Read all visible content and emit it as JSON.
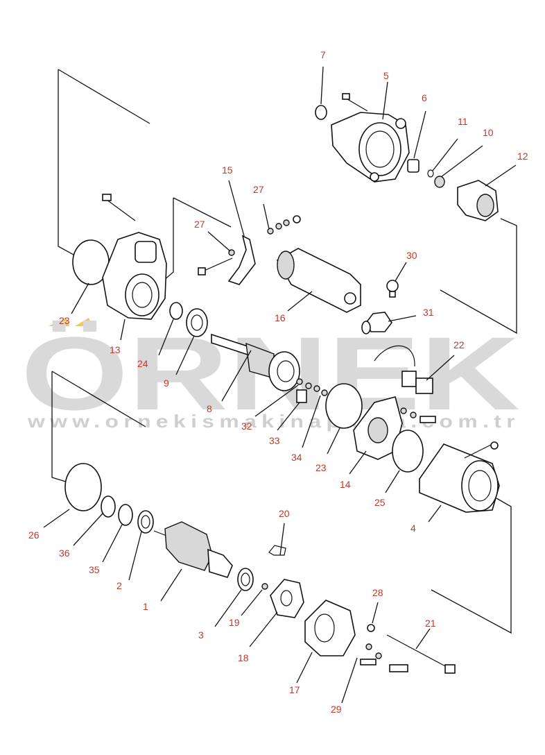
{
  "watermark": {
    "brand": "ÖRNEK",
    "url": "www.ornekismakinaparca.com.tr",
    "accent_color": "#f2c94c",
    "text_color": "#d9d9d9"
  },
  "callout_color": "#c0392b",
  "labels": {
    "p1": "1",
    "p2": "2",
    "p3": "3",
    "p4": "4",
    "p5": "5",
    "p6": "6",
    "p7": "7",
    "p8": "8",
    "p9": "9",
    "p10": "10",
    "p11": "11",
    "p12": "12",
    "p13": "13",
    "p14": "14",
    "p15": "15",
    "p16": "16",
    "p17": "17",
    "p18": "18",
    "p19": "19",
    "p20": "20",
    "p21": "21",
    "p22": "22",
    "p23a": "23",
    "p23b": "23",
    "p24": "24",
    "p25": "25",
    "p26": "26",
    "p27a": "27",
    "p27b": "27",
    "p28": "28",
    "p29": "29",
    "p30": "30",
    "p31": "31",
    "p32": "32",
    "p33": "33",
    "p34": "34",
    "p35": "35",
    "p36": "36"
  }
}
